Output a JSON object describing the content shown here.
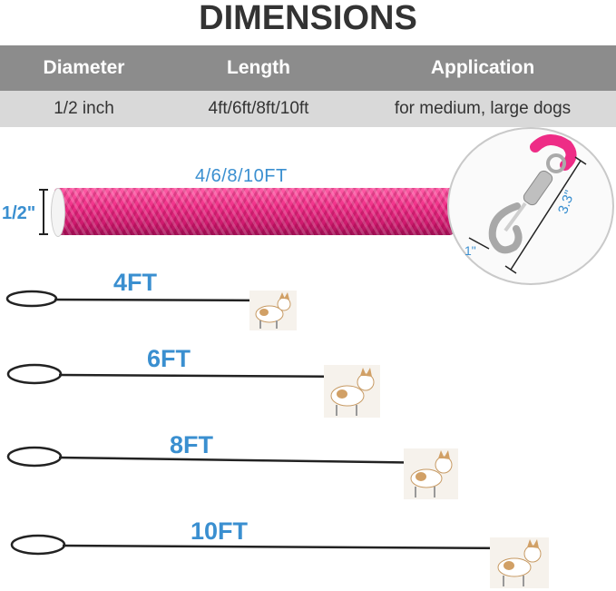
{
  "title": "DIMENSIONS",
  "table": {
    "headers": [
      "Diameter",
      "Length",
      "Application"
    ],
    "values": [
      "1/2 inch",
      "4ft/6ft/8ft/10ft",
      "for medium, large dogs"
    ]
  },
  "rope": {
    "length_label": "4/6/8/10FT",
    "diameter_label": "1/2\"",
    "color": "#ee2c86"
  },
  "hook": {
    "length_label": "3.3\"",
    "width_label": "1\""
  },
  "leashes": [
    {
      "label": "4FT"
    },
    {
      "label": "6FT"
    },
    {
      "label": "8FT"
    },
    {
      "label": "10FT"
    }
  ],
  "colors": {
    "accent": "#3a8fd0",
    "header_bg": "#8c8c8c",
    "row_bg": "#d9d9d9"
  }
}
